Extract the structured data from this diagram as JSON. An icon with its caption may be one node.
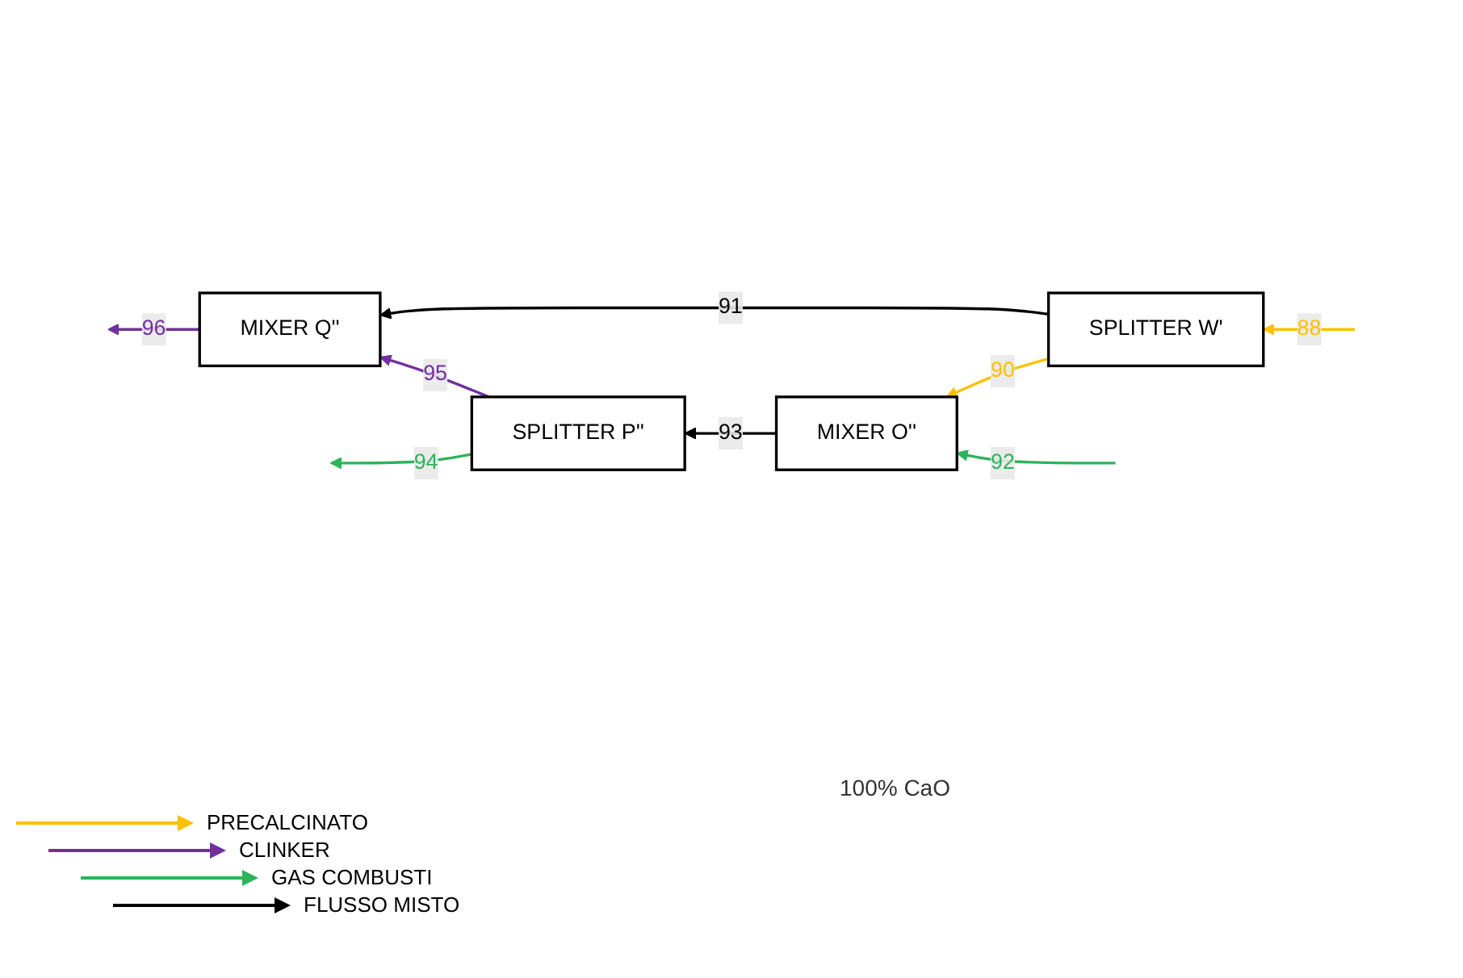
{
  "diagram": {
    "nodes": [
      {
        "text": [
          "SPLITTER P''"
        ]
      },
      {
        "text": [
          "MIXER O''"
        ]
      },
      {
        "text": [
          "MIXER Q''"
        ]
      },
      {
        "text": [
          "SPLITTER W'"
        ]
      }
    ],
    "edges": [
      {
        "from": null,
        "to": 1,
        "arrow": "to",
        "label": "92",
        "color": "#2bb45a"
      },
      {
        "from": 1,
        "to": 0,
        "arrow": "to",
        "label": "93",
        "color": "#000000"
      },
      {
        "from": 0,
        "to": null,
        "arrow": "to",
        "label": "94",
        "color": "#2bb45a"
      },
      {
        "from": 0,
        "to": 2,
        "arrow": "to",
        "label": "95",
        "color": "#7030a0"
      },
      {
        "from": 3,
        "to": 1,
        "arrow": "to",
        "label": "90",
        "color": "#ffc000"
      },
      {
        "from": 3,
        "to": 2,
        "arrow": "to",
        "label": "91",
        "color": "#000000"
      },
      {
        "from": 2,
        "to": null,
        "arrow": "to",
        "label": "96",
        "color": "#7030a0"
      },
      {
        "from": null,
        "to": 3,
        "arrow": "to",
        "label": "88",
        "color": "#ffc000"
      }
    ],
    "labels": [
      "100% CaO"
    ],
    "legend": [
      {
        "text": "PRECALCINATO"
      },
      {
        "text": "CLINKER"
      },
      {
        "text": "GAS COMBUSTI"
      },
      {
        "text": "FLUSSO MISTO"
      }
    ]
  }
}
